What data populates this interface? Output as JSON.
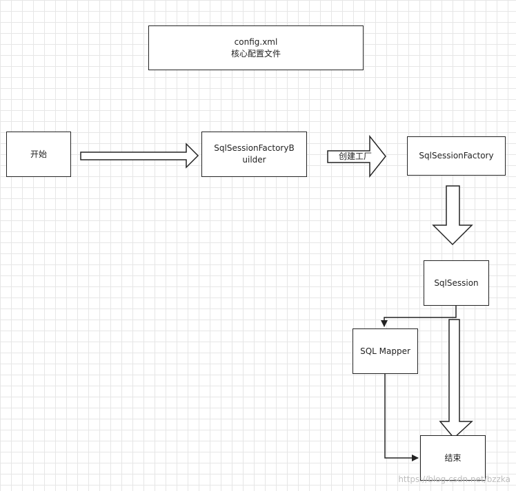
{
  "nodes": {
    "config": {
      "line1": "config.xml",
      "line2": "核心配置文件"
    },
    "start": {
      "label": "开始"
    },
    "builder": {
      "label": "SqlSessionFactoryBuilder"
    },
    "factory": {
      "label": "SqlSessionFactory"
    },
    "session": {
      "label": "SqlSession"
    },
    "mapper": {
      "label": "SQL Mapper"
    },
    "end": {
      "label": "结束"
    }
  },
  "edges": {
    "builder_to_factory_label": "创建工厂"
  },
  "watermark": "https://blog.csdn.net/bzzka"
}
